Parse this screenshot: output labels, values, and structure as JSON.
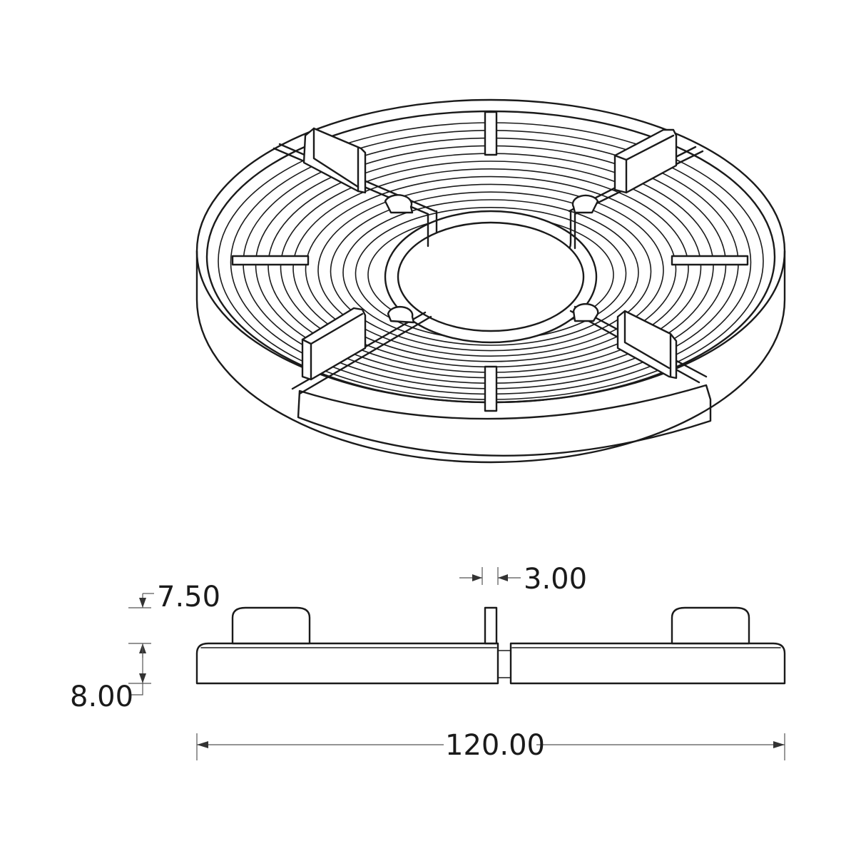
{
  "dimensions": {
    "top_height": "7.50",
    "base_height": "8.00",
    "fin_thickness": "3.00",
    "overall_width": "120.00"
  }
}
